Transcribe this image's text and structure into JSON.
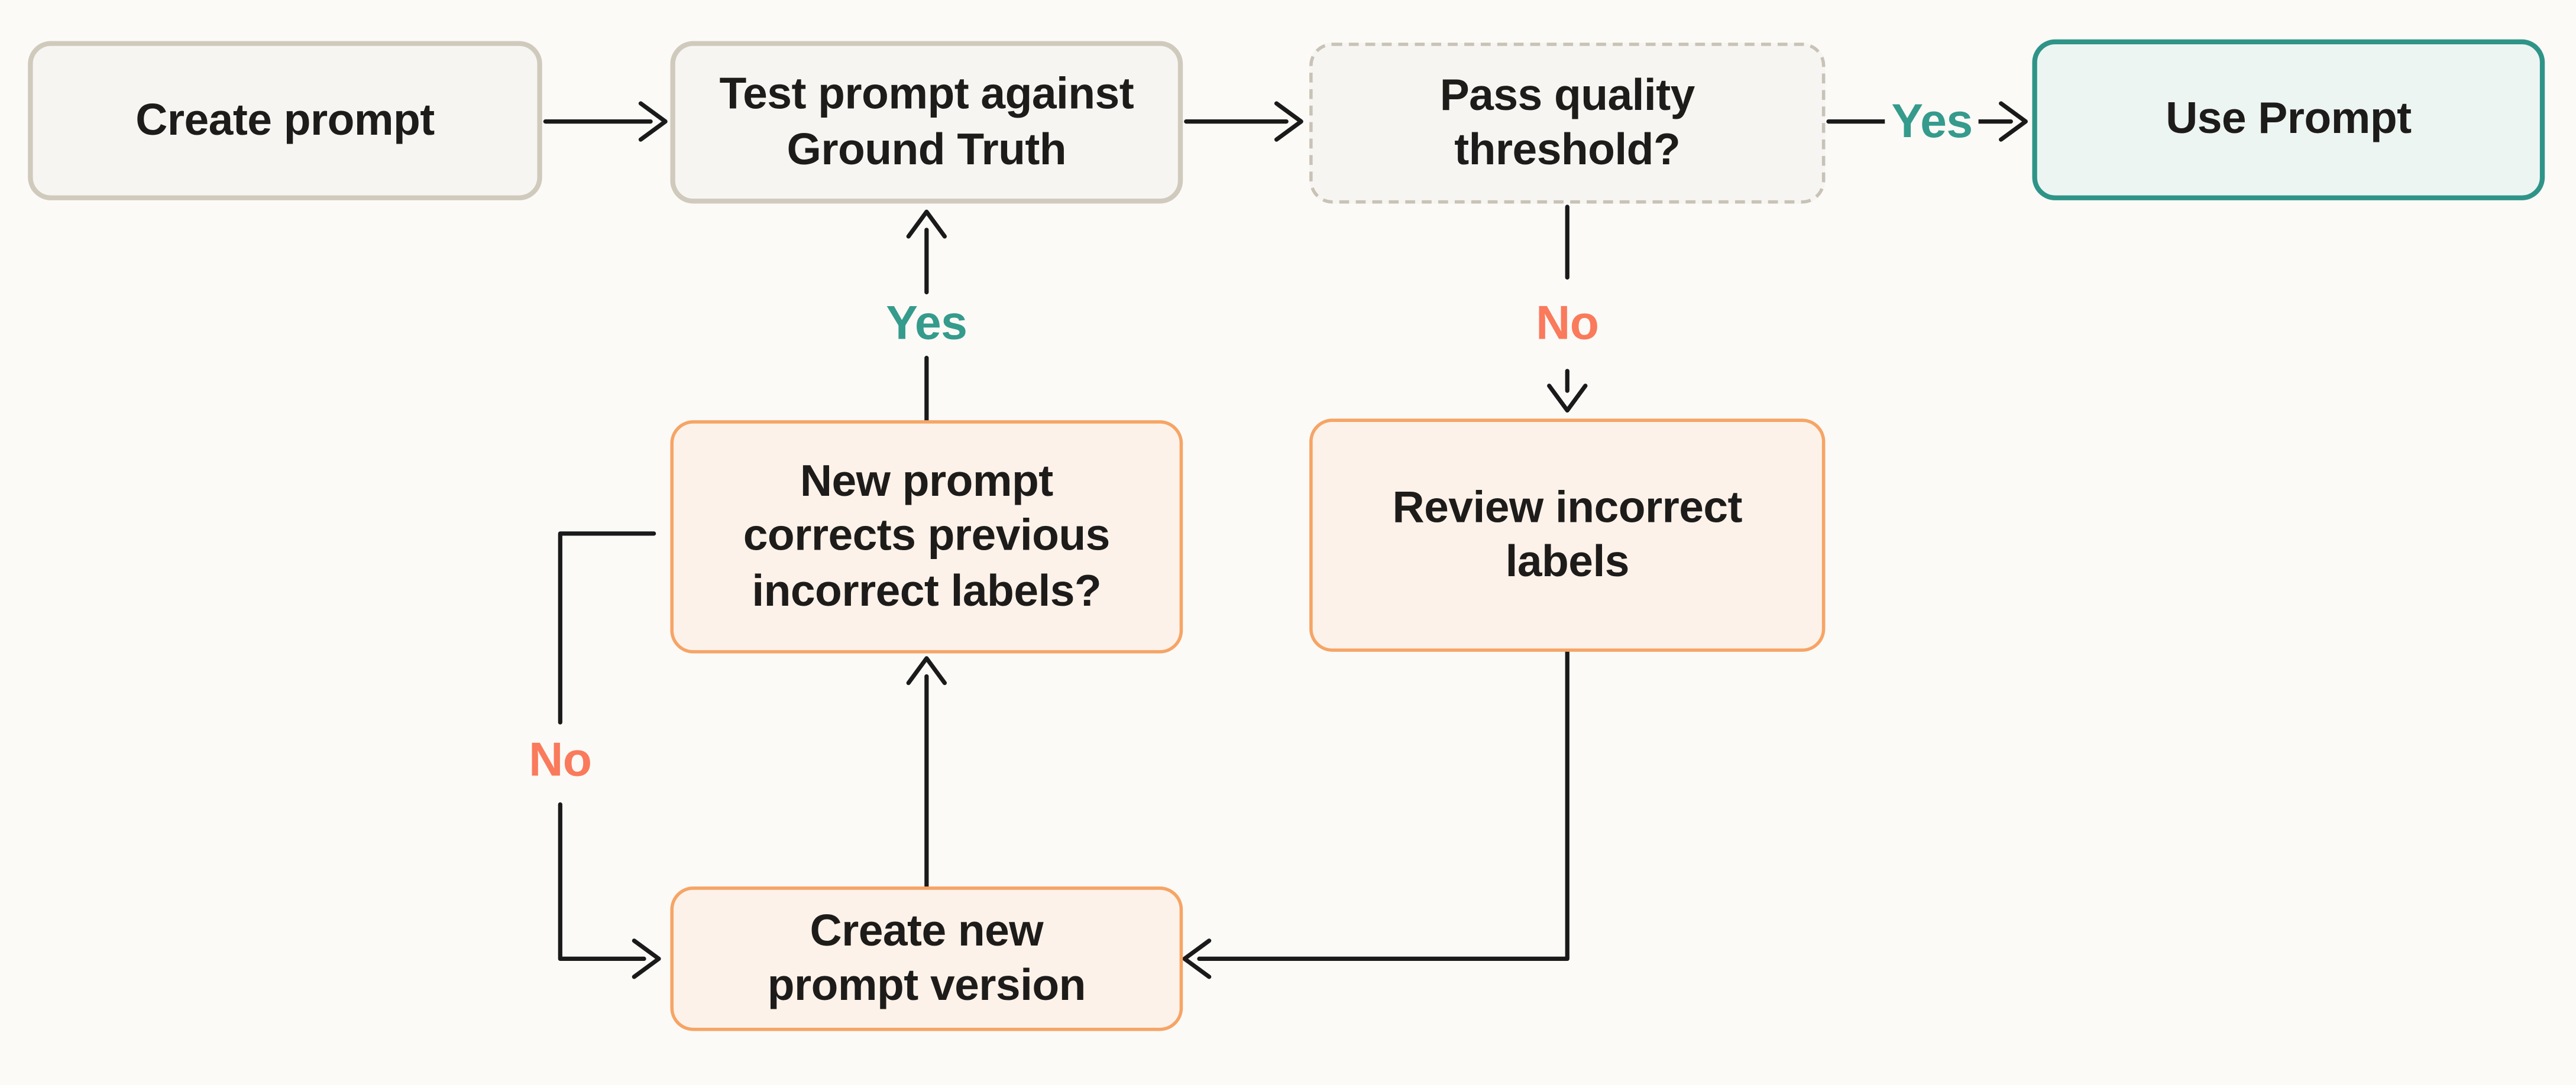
{
  "colors": {
    "background": "#fbfaf7",
    "neutral_fill": "#f6f5f2",
    "neutral_border": "#d0cabd",
    "dashed_border": "#c8c3b6",
    "teal_fill": "#edf5f2",
    "teal_border": "#2f9488",
    "orange_fill": "#fdf2e9",
    "orange_border": "#f6a465",
    "line": "#1a1a1a",
    "yes_label_color": "#359b8c",
    "no_label_color": "#fa7a5c",
    "text": "#1d1c1a"
  },
  "diagram": {
    "type": "flowchart",
    "nodes": [
      {
        "id": "create-prompt",
        "label": "Create prompt"
      },
      {
        "id": "test-prompt",
        "label": "Test prompt against\nGround Truth"
      },
      {
        "id": "pass-threshold",
        "label": "Pass quality\nthreshold?"
      },
      {
        "id": "use-prompt",
        "label": "Use Prompt"
      },
      {
        "id": "corrects-labels",
        "label": "New prompt\ncorrects previous\nincorrect labels?"
      },
      {
        "id": "review-labels",
        "label": "Review incorrect\nlabels"
      },
      {
        "id": "new-version",
        "label": "Create new\nprompt version"
      }
    ],
    "edge_labels": [
      {
        "id": "yes-pass-threshold",
        "text": "Yes"
      },
      {
        "id": "no-pass-threshold",
        "text": "No"
      },
      {
        "id": "yes-corrects-labels",
        "text": "Yes"
      },
      {
        "id": "no-corrects-labels",
        "text": "No"
      }
    ],
    "edges": [
      {
        "from": "create-prompt",
        "to": "test-prompt",
        "label": ""
      },
      {
        "from": "test-prompt",
        "to": "pass-threshold",
        "label": ""
      },
      {
        "from": "pass-threshold",
        "to": "use-prompt",
        "label": "Yes"
      },
      {
        "from": "pass-threshold",
        "to": "review-labels",
        "label": "No"
      },
      {
        "from": "review-labels",
        "to": "new-version",
        "label": ""
      },
      {
        "from": "new-version",
        "to": "corrects-labels",
        "label": ""
      },
      {
        "from": "corrects-labels",
        "to": "test-prompt",
        "label": "Yes"
      },
      {
        "from": "corrects-labels",
        "to": "new-version",
        "label": "No"
      }
    ]
  }
}
